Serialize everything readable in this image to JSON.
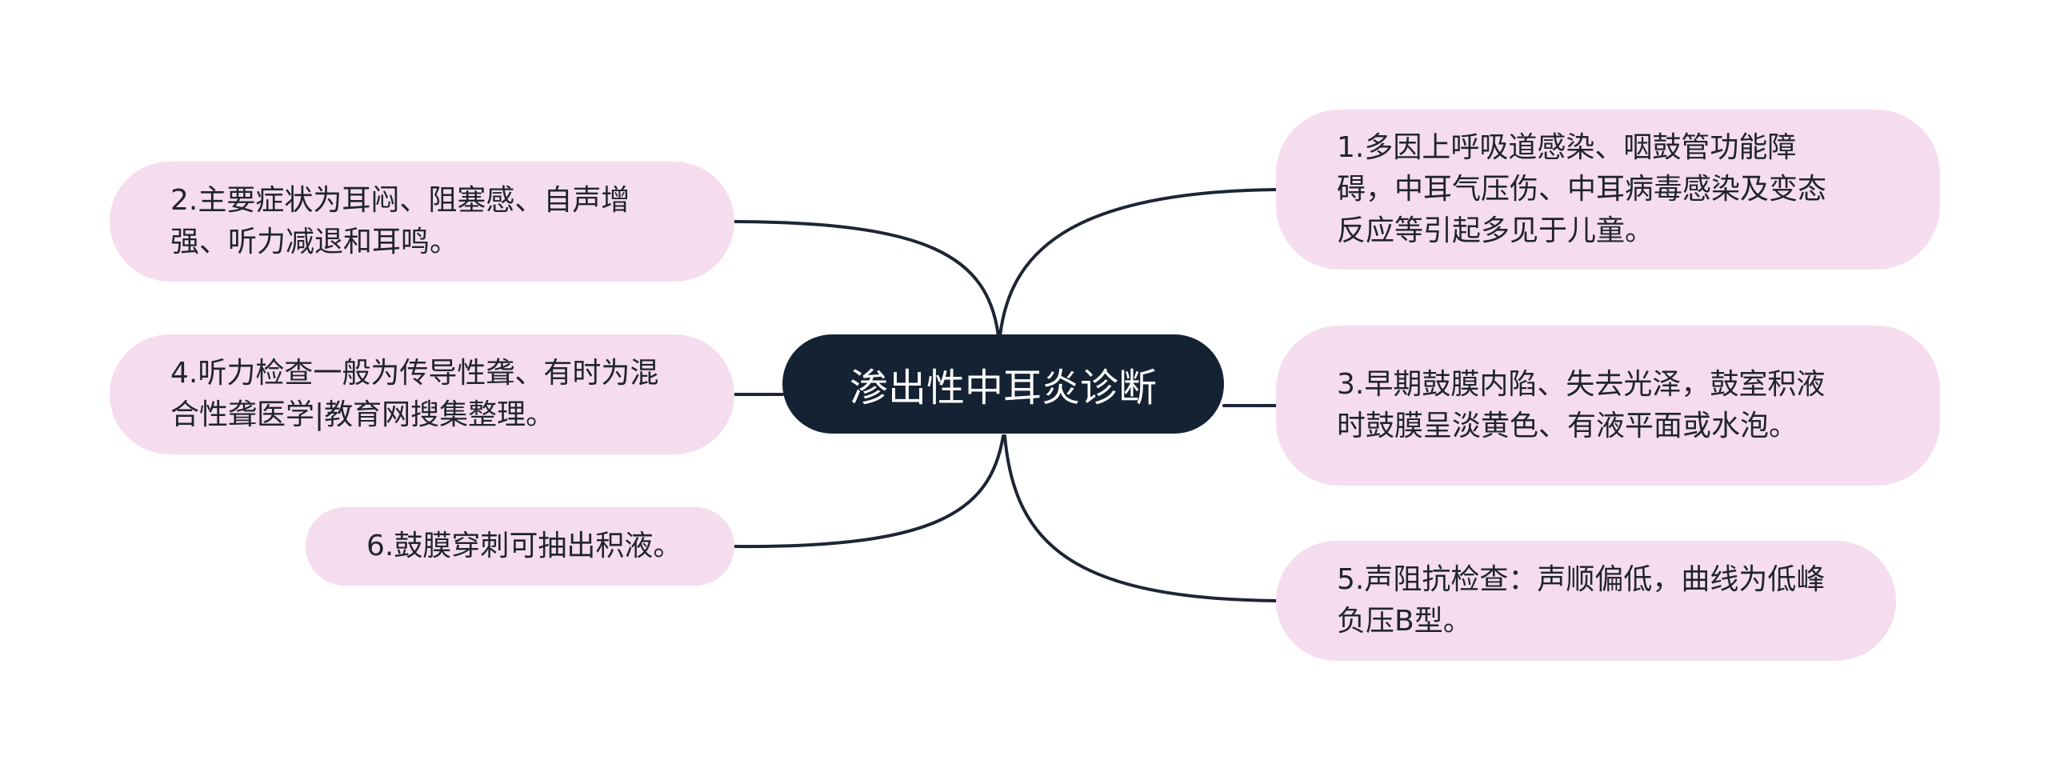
{
  "center": {
    "label": "渗出性中耳炎诊断"
  },
  "nodes": [
    {
      "id": "n1",
      "label": "1.多因上呼吸道感染、咽鼓管功能障碍，中耳气压伤、中耳病毒感染及变态反应等引起多见于儿童。",
      "side": "right"
    },
    {
      "id": "n2",
      "label": "2.主要症状为耳闷、阻塞感、自声增强、听力减退和耳鸣。",
      "side": "left"
    },
    {
      "id": "n3",
      "label": "3.早期鼓膜内陷、失去光泽，鼓室积液时鼓膜呈淡黄色、有液平面或水泡。",
      "side": "right"
    },
    {
      "id": "n4",
      "label": "4.听力检查一般为传导性聋、有时为混合性聋医学|教育网搜集整理。",
      "side": "left"
    },
    {
      "id": "n5",
      "label": "5.声阻抗检查：声顺偏低，曲线为低峰负压B型。",
      "side": "right"
    },
    {
      "id": "n6",
      "label": "6.鼓膜穿刺可抽出积液。",
      "side": "left"
    }
  ],
  "colors": {
    "center_fill": "#152233",
    "center_text": "#ffffff",
    "node_fill": "#f5dcee",
    "node_text": "#1f2430",
    "connector": "#1d2535"
  }
}
